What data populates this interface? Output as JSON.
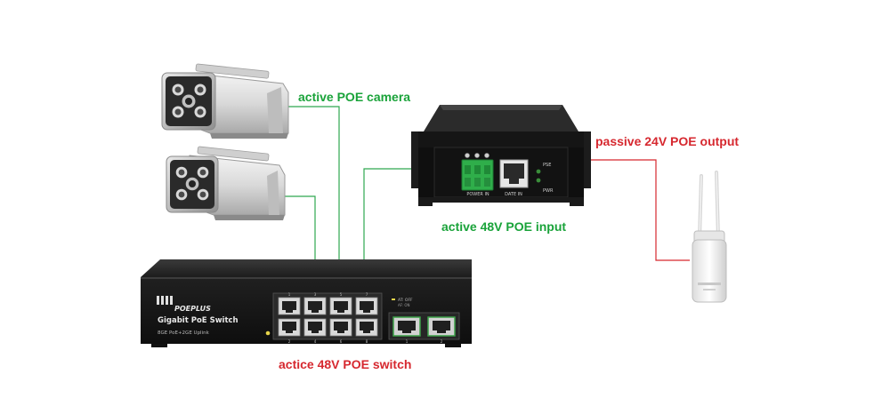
{
  "labels": {
    "camera": "active POE camera",
    "output": "passive 24V POE output",
    "input": "active 48V POE input",
    "switch": "actice 48V POE switch"
  },
  "switch_panel": {
    "brand": "POEPLUS",
    "model": "Gigabit PoE Switch",
    "sub": "8GE PoE+2GE Uplink",
    "port_numbers": [
      "1",
      "2",
      "3",
      "4",
      "5",
      "6",
      "7",
      "8"
    ],
    "uplink_numbers": [
      "1",
      "2"
    ],
    "led_text": "AT: OFF",
    "led_text2": "AF: ON"
  },
  "injector_panel": {
    "power_label": "POWER IN",
    "data_label": "DATE IN",
    "pse_label": "PSE",
    "pwr_label": "PWR"
  },
  "colors": {
    "green_line": "#2fa84f",
    "red_line": "#d6282f",
    "green_text": "#1aa33a",
    "red_text": "#d6282f"
  }
}
